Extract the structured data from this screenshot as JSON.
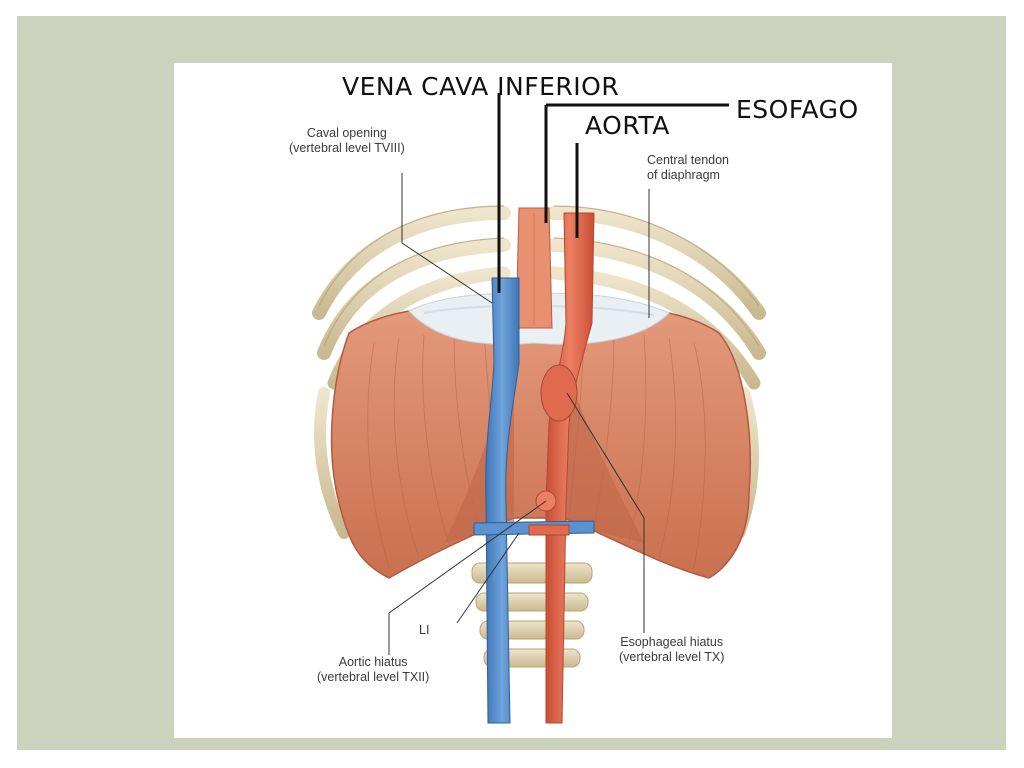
{
  "labels": {
    "vena_cava": "VENA CAVA INFERIOR",
    "esofago": "ESOFAGO",
    "aorta": "AORTA",
    "caval_opening": {
      "line1": "Caval opening",
      "line2": "(vertebral level TVIII)"
    },
    "central_tendon": {
      "line1": "Central tendon",
      "line2": "of diaphragm"
    },
    "l1": "LI",
    "aortic_hiatus": {
      "line1": "Aortic hiatus",
      "line2": "(vertebral level TXII)"
    },
    "esophageal_hiatus": {
      "line1": "Esophageal hiatus",
      "line2": "(vertebral level TX)"
    }
  },
  "colors": {
    "frame": "#ccd3bc",
    "muscle": "#dc8a6a",
    "muscle_dark": "#c46a4c",
    "vein": "#5b92cf",
    "artery": "#e06a4e",
    "esophagus": "#e58a68",
    "tendon": "#e8eef2",
    "bone": "#e2d4b4"
  }
}
